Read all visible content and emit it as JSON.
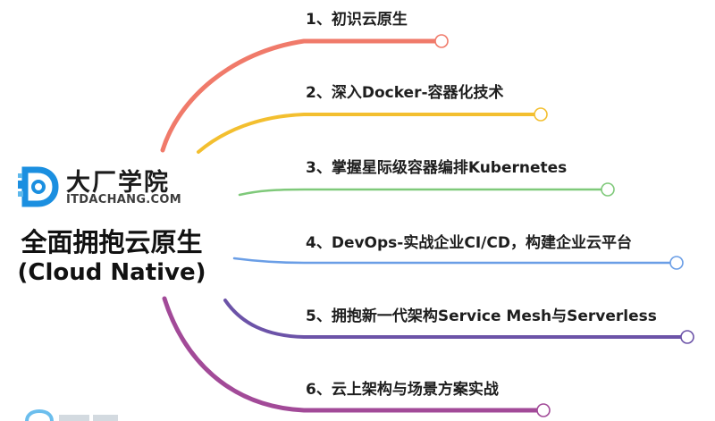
{
  "logo": {
    "chinese_name": "大厂学院",
    "domain": "ITDACHANG.COM"
  },
  "root": {
    "title": "全面拥抱云原生",
    "subtitle": "(Cloud Native)"
  },
  "branches": [
    {
      "label": "1、初识云原生",
      "color": "#f07a6a"
    },
    {
      "label": "2、深入Docker-容器化技术",
      "color": "#f3bf2f"
    },
    {
      "label": "3、掌握星际级容器编排Kubernetes",
      "color": "#7fc97a"
    },
    {
      "label": "4、DevOps-实战企业CI/CD，构建企业云平台",
      "color": "#6a9ee6"
    },
    {
      "label": "5、拥抱新一代架构Service Mesh与Serverless",
      "color": "#6c53a8"
    },
    {
      "label": "6、云上架构与场景方案实战",
      "color": "#a24a98"
    }
  ],
  "colors": {
    "logo_blue": "#1b8fe0",
    "text": "#1e1e1e"
  }
}
